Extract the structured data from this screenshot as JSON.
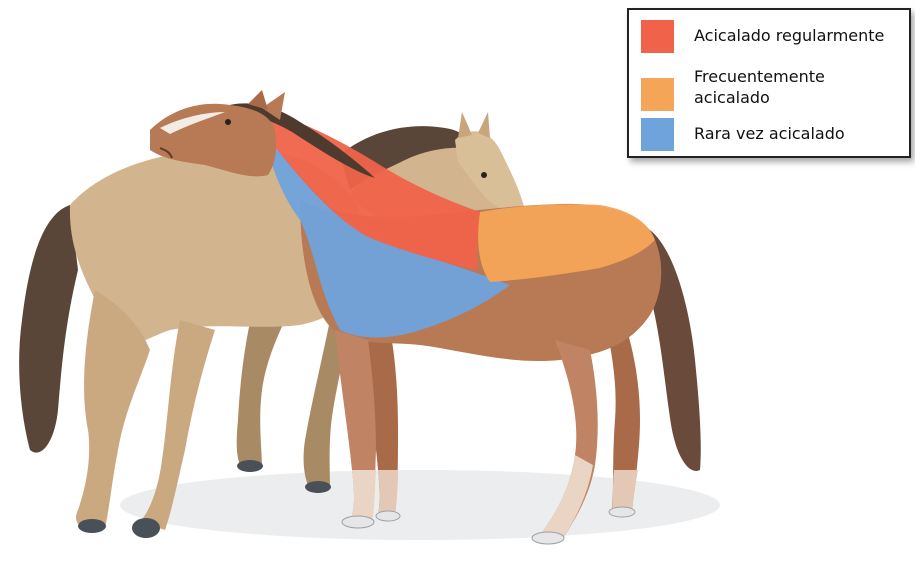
{
  "legend": {
    "items": [
      {
        "label": "Acicalado regularmente",
        "color": "#f0634a"
      },
      {
        "label": "Frecuentemente acicalado",
        "color": "#f5a557"
      },
      {
        "label": "Rara vez acicalado",
        "color": "#6fa3dc"
      }
    ]
  },
  "palette": {
    "back_horse_coat": "#d2b58f",
    "back_horse_mane": "#5a4638",
    "front_horse_coat": "#b87a55",
    "front_horse_mane": "#4f3a2e",
    "hoof": "#4a5058",
    "shadow": "#d8dadd"
  }
}
